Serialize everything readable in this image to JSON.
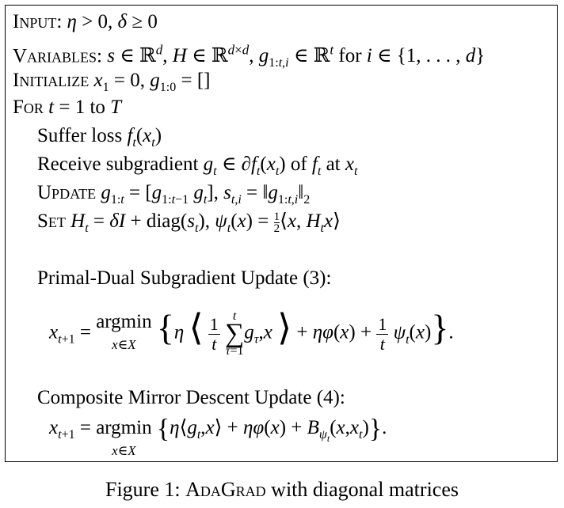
{
  "box": {
    "input": {
      "keyword": "Input:",
      "expr": "η > 0, δ ≥ 0"
    },
    "variables": {
      "keyword": "Variables:",
      "expr": "s ∈ ℝᵈ, H ∈ ℝᵈˣᵈ, g₁:ₜ,ᵢ ∈ ℝᵗ for i ∈ {1, . . . , d}"
    },
    "initialize": {
      "keyword": "Initialize",
      "expr": "x₁ = 0, g₁:₀ = []"
    },
    "for": {
      "keyword": "For",
      "expr": "t = 1 to T"
    },
    "suffer": "Suffer loss fₜ(xₜ)",
    "receive": "Receive subgradient gₜ ∈ ∂fₜ(xₜ) of fₜ at xₜ",
    "update": {
      "keyword": "Update",
      "expr": "g₁:ₜ = [g₁:ₜ₋₁ gₜ], sₜ,ᵢ = ‖g₁:ₜ,ᵢ‖₂"
    },
    "set": {
      "keyword": "Set",
      "expr": "Hₜ = δI + diag(sₜ), ψₜ(x) = ½⟨x, Hₜx⟩"
    },
    "primal_dual_heading": "Primal-Dual Subgradient Update (3):",
    "composite_heading": "Composite Mirror Descent Update (4):",
    "argmin": "argmin",
    "argmin_sub": "x∈X"
  },
  "caption": "Figure 1: AdaGrad with diagonal matrices"
}
